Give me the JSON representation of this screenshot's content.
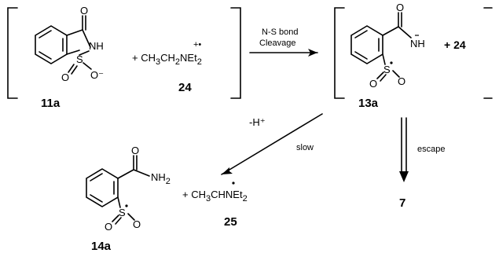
{
  "compounds": {
    "saccharin_anion": {
      "label": "11a",
      "atoms": {
        "o_carbonyl": "O",
        "nh": "NH",
        "s": "S",
        "o_left": "O",
        "o_right": "O⁻"
      }
    },
    "amine_radical_cation": {
      "label": "24",
      "formula_part1": "+ CH",
      "sub3": "3",
      "formula_part2": "CH",
      "sub2": "2",
      "formula_part3": "NEt",
      "subEt": "2",
      "charge": "+•"
    },
    "amide_anion_radical": {
      "label": "13a",
      "atoms": {
        "o_carbonyl": "O",
        "nh": "NH",
        "s": "S",
        "o_left": "O",
        "o_right": "O"
      },
      "plus_text": "+ 24"
    },
    "amide_radical": {
      "label": "14a",
      "atoms": {
        "o_carbonyl": "O",
        "nh2": "NH",
        "nh2_sub": "2",
        "s": "S",
        "o_left": "O",
        "o_right": "O"
      }
    },
    "alkyl_radical": {
      "label": "25",
      "formula_part1": "+ CH",
      "sub3": "3",
      "formula_part2": "CHNEt",
      "subEt": "2"
    },
    "product": {
      "label": "7"
    }
  },
  "arrows": {
    "cleavage": {
      "line1": "N-S bond",
      "line2": "Cleavage"
    },
    "slow": {
      "above": "-H⁺",
      "below": "slow"
    },
    "escape": {
      "label": "escape"
    }
  }
}
